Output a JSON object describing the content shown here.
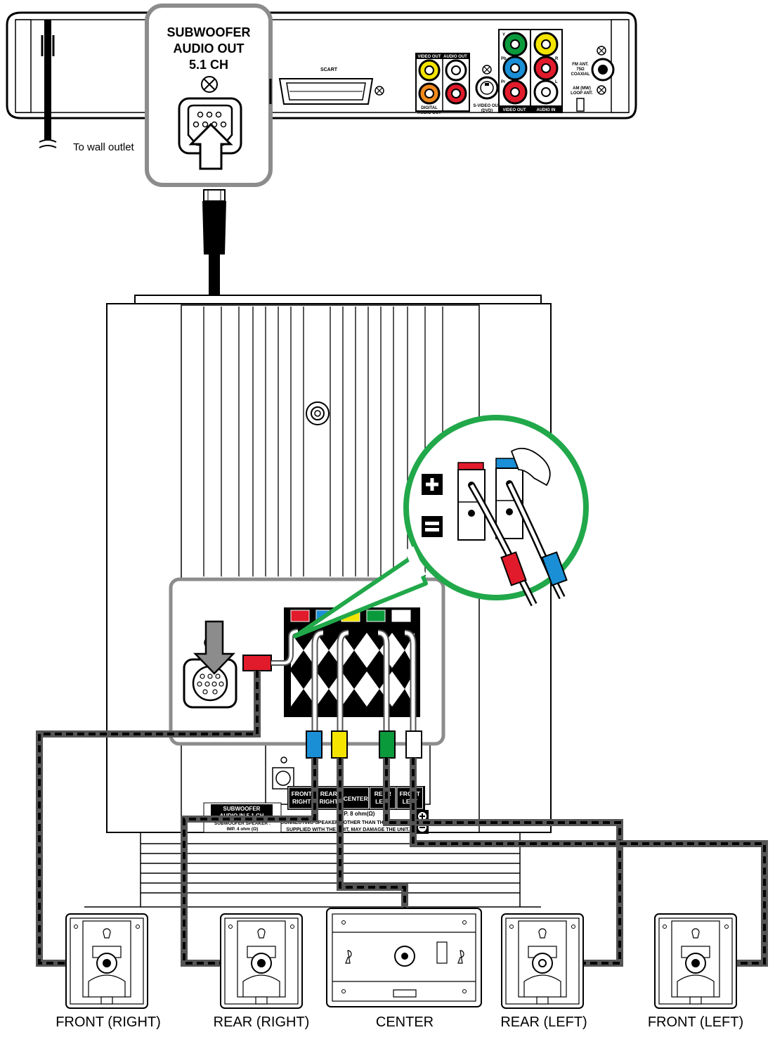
{
  "dvd_unit": {
    "callout_title_line1": "SUBWOOFER",
    "callout_title_line2": "AUDIO OUT",
    "callout_title_line3": "5.1 CH",
    "to_wall_outlet": "To wall outlet",
    "scart_label": "SCART",
    "video_out_label": "VIDEO OUT",
    "audio_out_label": "AUDIO OUT",
    "digital_audio_out_line1": "DIGITAL",
    "digital_audio_out_line2": "AUDIO OUT",
    "svideo_line1": "S-VIDEO OUT",
    "svideo_line2": "(DVD)",
    "component_y": "Y",
    "component_pb": "Pb",
    "component_pr": "Pr",
    "audio_in_r": "R",
    "audio_in_l": "L",
    "bottom_video_out": "VIDEO OUT",
    "bottom_audio_in": "AUDIO IN",
    "fm_line1": "FM ANT.",
    "fm_line2": "75Ω",
    "fm_line3": "COAXIAL",
    "am_line1": "AM (MW)",
    "am_line2": "LOOP ANT."
  },
  "subwoofer": {
    "terminals": [
      "FRONT RIGHT",
      "REAR RIGHT",
      "CENTER",
      "REAR LEFT",
      "FRONT LEFT"
    ],
    "terminal_lines": [
      [
        "FRONT",
        "RIGHT"
      ],
      [
        "REAR",
        "RIGHT"
      ],
      [
        "CENTER",
        ""
      ],
      [
        "REAR",
        "LEFT"
      ],
      [
        "FRONT",
        "LEFT"
      ]
    ],
    "impedance": "IMP. 8 ohm(Ω)",
    "sub_in_line1": "SUBWOOFER",
    "sub_in_line2": "AUDIO IN  5.1 CH",
    "sub_speaker_line1": "SUBWOOFER SPEAKER :",
    "sub_speaker_line2": "IMP. 4 ohm (Ω)",
    "warning_line1": "CONNECTING SPEAKERS OTHER THAN THE SPEAKERS",
    "warning_line2": "SUPPLIED WITH THE UNIT, MAY DAMAGE THE UNIT."
  },
  "speakers": {
    "front_right": "FRONT (RIGHT)",
    "rear_right": "REAR (RIGHT)",
    "center": "CENTER",
    "rear_left": "REAR (LEFT)",
    "front_left": "FRONT (LEFT)"
  },
  "colors": {
    "red": "#e11b2b",
    "blue": "#1a8fd6",
    "yellow": "#f4e400",
    "green": "#0a9a3c",
    "white": "#ffffff",
    "orange": "#f08a1c",
    "callout_green": "#21a84a",
    "frame_gray": "#888888"
  }
}
